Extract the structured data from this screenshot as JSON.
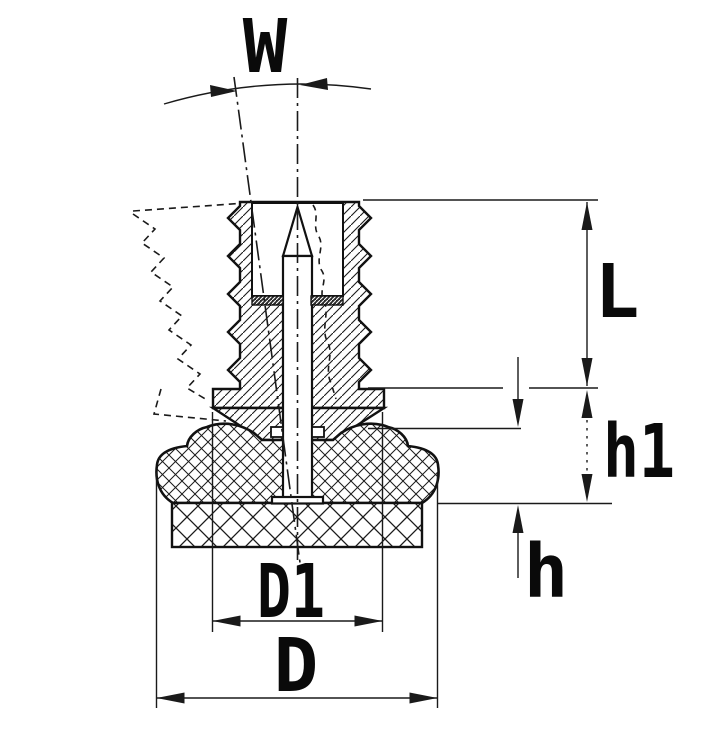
{
  "drawing": {
    "title": "swivel-glide-technical-drawing",
    "labels": {
      "angle": "W",
      "thread_length": "L",
      "height_h1": "h1",
      "height_h": "h",
      "inner_diameter": "D1",
      "outer_diameter": "D"
    },
    "colors": {
      "line": "#111111",
      "background": "#ffffff"
    }
  }
}
